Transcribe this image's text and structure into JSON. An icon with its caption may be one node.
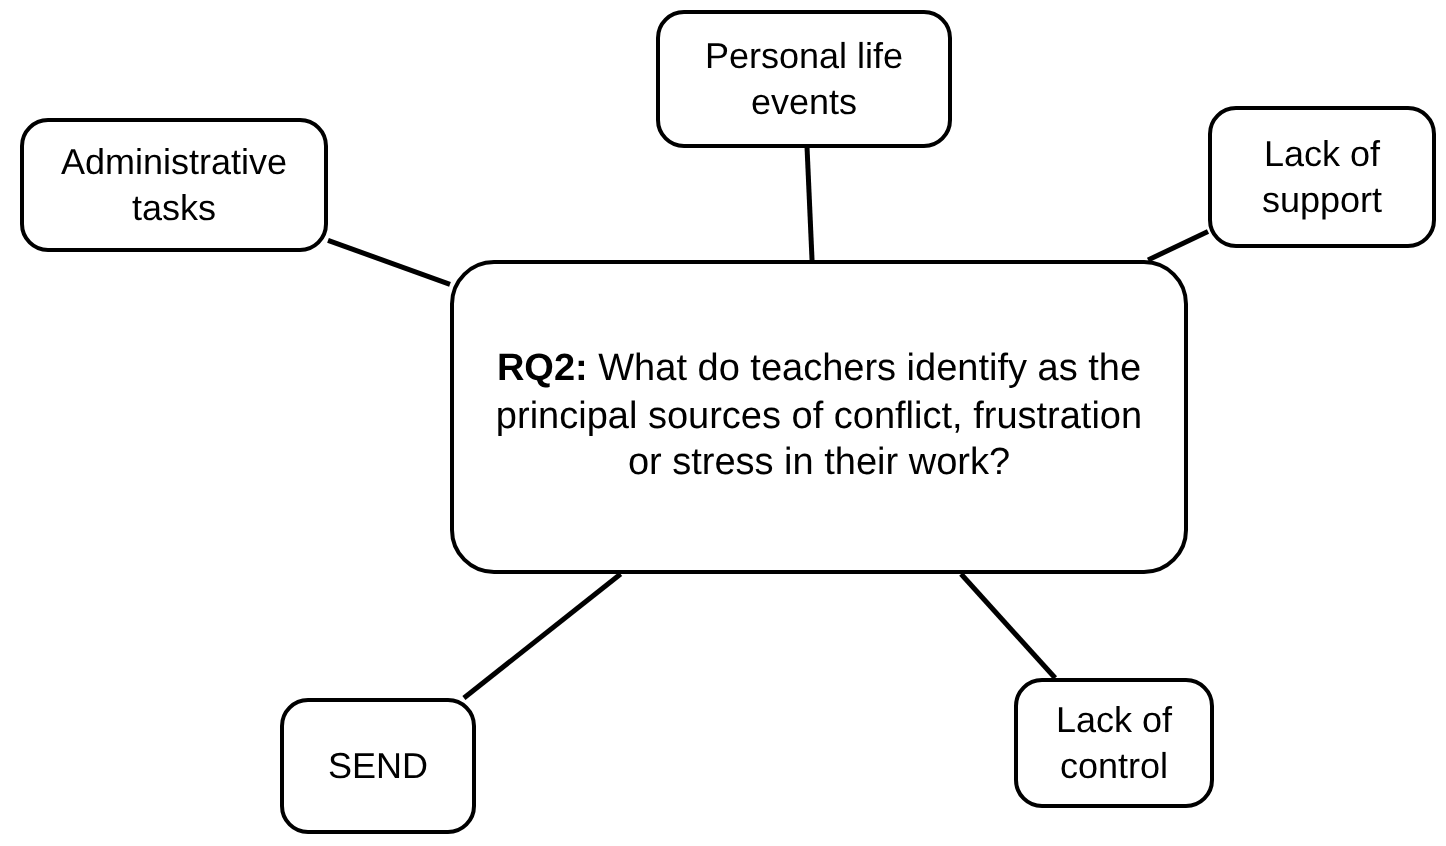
{
  "diagram": {
    "nodes": [
      {
        "text": [
          "Personal life events"
        ]
      },
      {
        "text": [
          "Administrative tasks"
        ]
      },
      {
        "text": [
          "Lack of support"
        ]
      },
      {
        "text": [
          "**RQ2:** What do teachers identify as the principal sources of conflict, frustration or stress in their work?"
        ]
      },
      {
        "text": [
          "SEND"
        ]
      },
      {
        "text": [
          "Lack of control"
        ]
      }
    ],
    "edges": [
      {
        "from": 3,
        "to": 0,
        "arrow": "none"
      },
      {
        "from": 3,
        "to": 1,
        "arrow": "none"
      },
      {
        "from": 3,
        "to": 2,
        "arrow": "none"
      },
      {
        "from": 3,
        "to": 4,
        "arrow": "none"
      },
      {
        "from": 3,
        "to": 5,
        "arrow": "none"
      }
    ]
  }
}
